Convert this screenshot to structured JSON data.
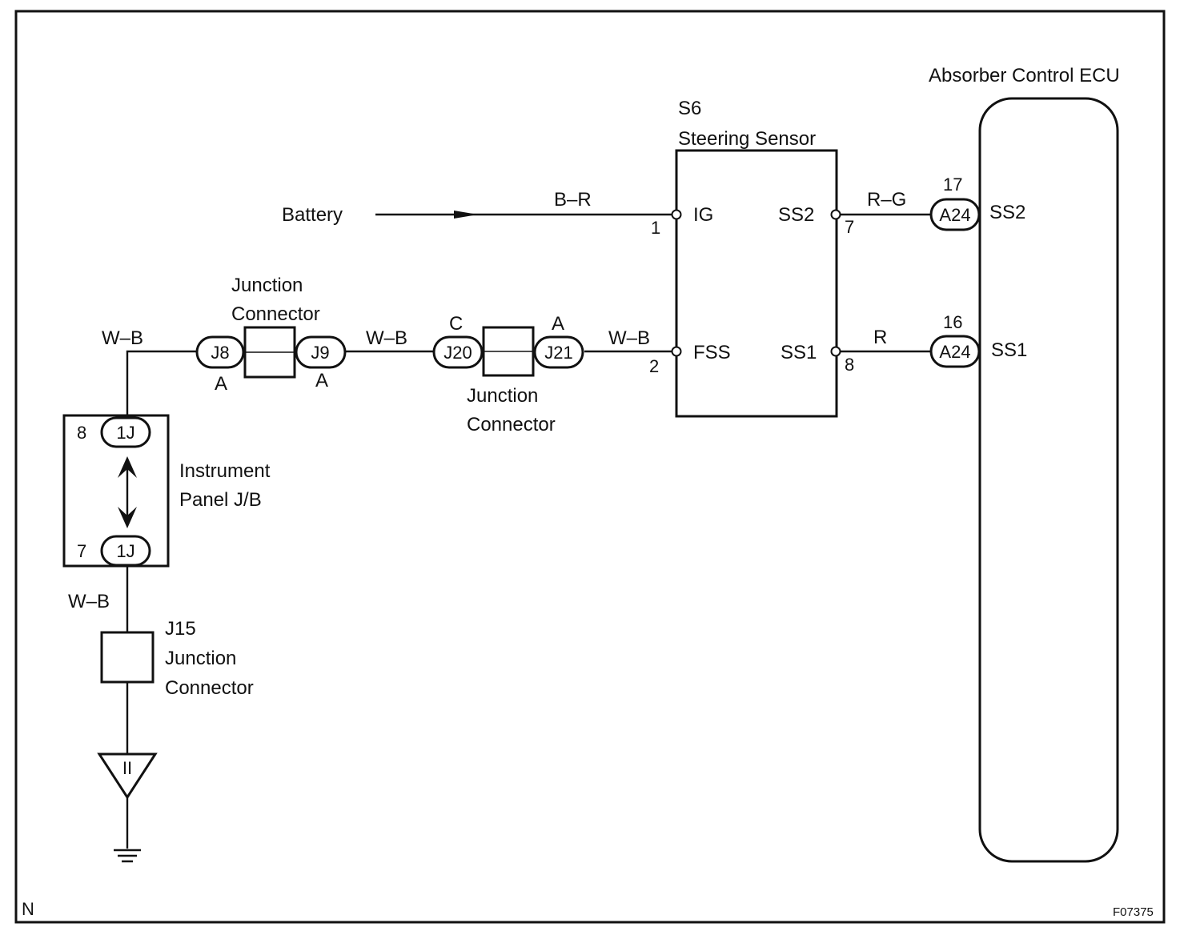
{
  "ecu": {
    "title": "Absorber Control ECU",
    "pin_ss2": "SS2",
    "pin_ss1": "SS1"
  },
  "sensor": {
    "code": "S6",
    "title": "Steering Sensor",
    "pin_ig": "IG",
    "pin_fss": "FSS",
    "pin_ss2": "SS2",
    "pin_ss1": "SS1"
  },
  "battery": {
    "label": "Battery"
  },
  "wires": {
    "b_r": "B–R",
    "r_g": "R–G",
    "r": "R",
    "w_b": "W–B"
  },
  "pins": {
    "p1": "1",
    "p2": "2",
    "p7": "7",
    "p8": "8",
    "p17": "17",
    "p16": "16",
    "jb8": "8",
    "jb7": "7"
  },
  "connectors": {
    "j8": "J8",
    "j9": "J9",
    "j20": "J20",
    "j21": "J21",
    "a24_top": "A24",
    "a24_bottom": "A24",
    "jb_top": "1J",
    "jb_bottom": "1J",
    "j8_suffix": "A",
    "j9_suffix": "A",
    "j20_suffix": "C",
    "j21_suffix": "A"
  },
  "junction_top": {
    "line1": "Junction",
    "line2": "Connector"
  },
  "junction_mid": {
    "line1": "Junction",
    "line2": "Connector"
  },
  "instrument_panel": {
    "line1": "Instrument",
    "line2": "Panel J/B"
  },
  "j15": {
    "code": "J15",
    "line1": "Junction",
    "line2": "Connector"
  },
  "ground_mark": "II",
  "corner_left": "N",
  "corner_right": "F07375"
}
